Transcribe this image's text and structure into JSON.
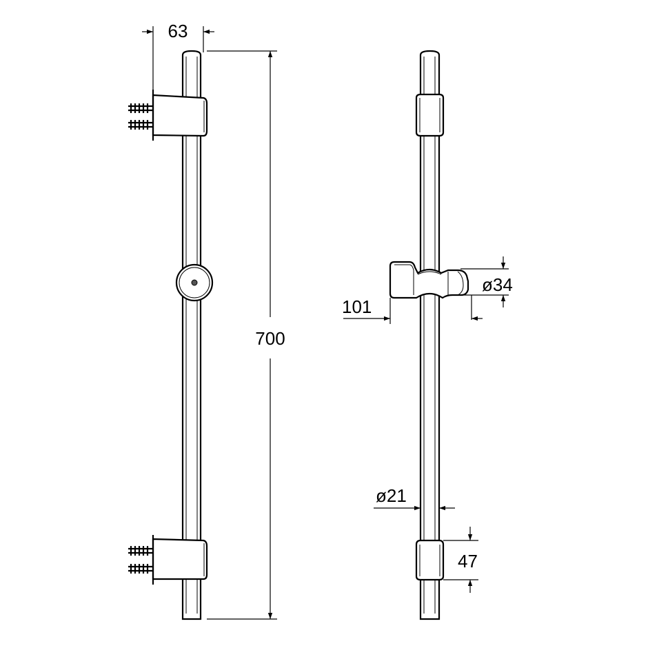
{
  "dimensions": {
    "side_width": "63",
    "total_length": "700",
    "holder_diameter": "ø34",
    "holder_offset": "101",
    "bar_diameter": "ø21",
    "bracket_height": "47"
  }
}
